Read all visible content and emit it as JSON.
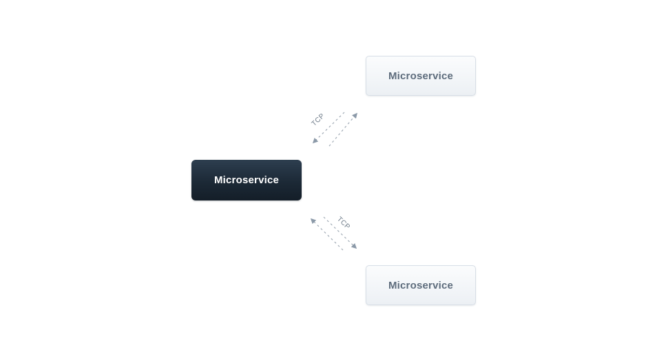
{
  "diagram": {
    "title": "microservice-tcp-communication-diagram",
    "background_color": "#ffffff",
    "nodes": [
      {
        "id": "microservice-center",
        "label": "Microservice",
        "variant": "dark"
      },
      {
        "id": "microservice-top-right",
        "label": "Microservice",
        "variant": "light"
      },
      {
        "id": "microservice-bottom-right",
        "label": "Microservice",
        "variant": "light"
      }
    ],
    "connections": [
      {
        "from": "microservice-center",
        "to": "microservice-top-right",
        "protocol": "TCP",
        "style": "dashed",
        "bidirectional": true
      },
      {
        "from": "microservice-center",
        "to": "microservice-bottom-right",
        "protocol": "TCP",
        "style": "dashed",
        "bidirectional": true
      }
    ],
    "colors": {
      "dark_node_gradient_top": "#2d3e4f",
      "dark_node_gradient_bottom": "#141e28",
      "dark_node_text": "#ffffff",
      "light_node_gradient_top": "#fbfcfd",
      "light_node_gradient_bottom": "#ecf0f4",
      "light_node_border": "#d7dee6",
      "light_node_text": "#5d6c7c",
      "connector_line": "#9fa9b4",
      "connector_arrowhead": "#8b99a8",
      "protocol_label_text": "#6e7b89"
    }
  }
}
